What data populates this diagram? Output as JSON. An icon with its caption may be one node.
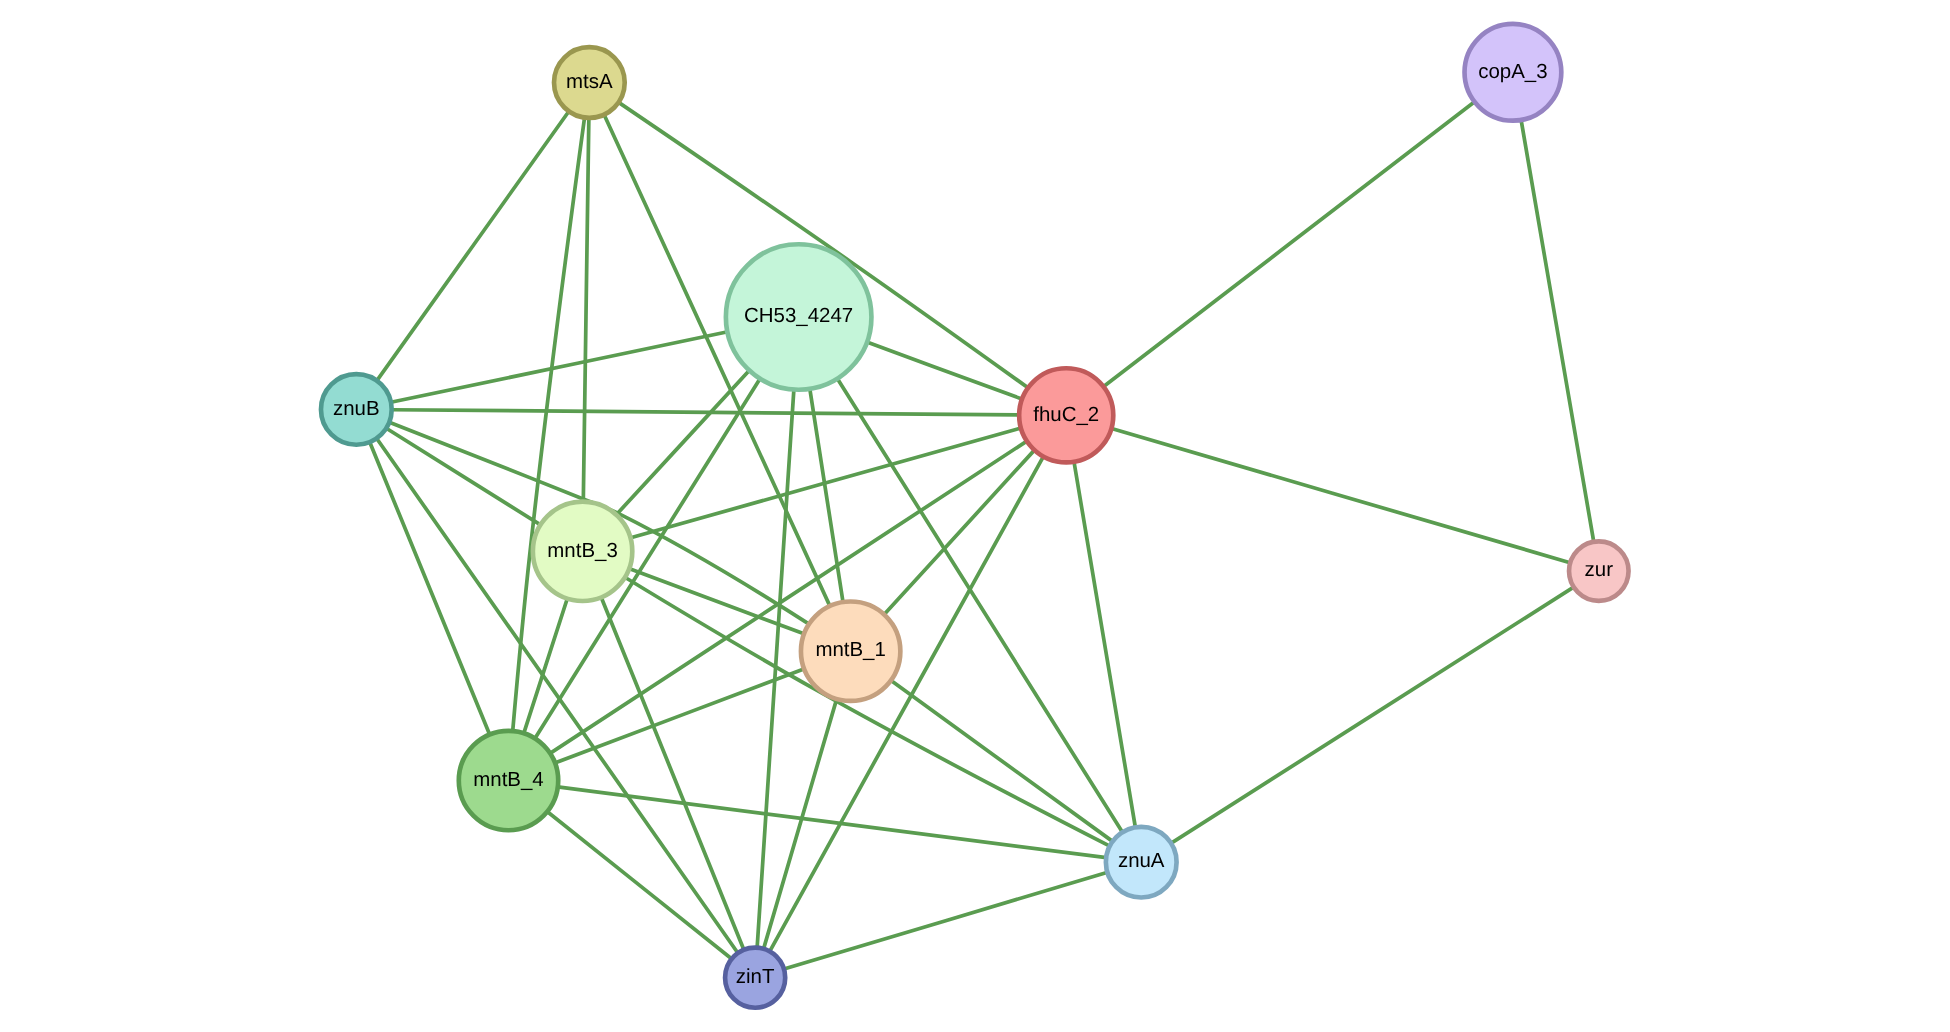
{
  "diagram": {
    "nodes": [
      {
        "text": [
          "CH53_4247"
        ]
      },
      {
        "text": [
          "mntB_1"
        ]
      },
      {
        "text": [
          "zinT"
        ]
      },
      {
        "text": [
          "mntB_3"
        ]
      },
      {
        "text": [
          "mtsA"
        ]
      },
      {
        "text": [
          "mntB_4"
        ]
      },
      {
        "text": [
          "znuA"
        ]
      },
      {
        "text": [
          "fhuC_2"
        ]
      },
      {
        "text": [
          "znuB"
        ]
      },
      {
        "text": [
          "zur"
        ]
      },
      {
        "text": [
          "copA_3"
        ]
      }
    ],
    "edges": [
      {
        "from": 0,
        "to": 1,
        "arrow": "none"
      },
      {
        "from": 0,
        "to": 2,
        "arrow": "none"
      },
      {
        "from": 0,
        "to": 3,
        "arrow": "none"
      },
      {
        "from": 0,
        "to": 5,
        "arrow": "none"
      },
      {
        "from": 0,
        "to": 6,
        "arrow": "none"
      },
      {
        "from": 0,
        "to": 7,
        "arrow": "none"
      },
      {
        "from": 0,
        "to": 8,
        "arrow": "none"
      },
      {
        "from": 1,
        "to": 2,
        "arrow": "none"
      },
      {
        "from": 1,
        "to": 3,
        "arrow": "none"
      },
      {
        "from": 1,
        "to": 4,
        "arrow": "none"
      },
      {
        "from": 1,
        "to": 5,
        "arrow": "none"
      },
      {
        "from": 1,
        "to": 6,
        "arrow": "none"
      },
      {
        "from": 1,
        "to": 7,
        "arrow": "none"
      },
      {
        "from": 1,
        "to": 8,
        "arrow": "none"
      },
      {
        "from": 2,
        "to": 3,
        "arrow": "none"
      },
      {
        "from": 2,
        "to": 5,
        "arrow": "none"
      },
      {
        "from": 2,
        "to": 6,
        "arrow": "none"
      },
      {
        "from": 2,
        "to": 7,
        "arrow": "none"
      },
      {
        "from": 2,
        "to": 8,
        "arrow": "none"
      },
      {
        "from": 3,
        "to": 4,
        "arrow": "none"
      },
      {
        "from": 3,
        "to": 5,
        "arrow": "none"
      },
      {
        "from": 3,
        "to": 6,
        "arrow": "none"
      },
      {
        "from": 3,
        "to": 7,
        "arrow": "none"
      },
      {
        "from": 3,
        "to": 8,
        "arrow": "none"
      },
      {
        "from": 4,
        "to": 5,
        "arrow": "none"
      },
      {
        "from": 4,
        "to": 7,
        "arrow": "none"
      },
      {
        "from": 4,
        "to": 8,
        "arrow": "none"
      },
      {
        "from": 5,
        "to": 6,
        "arrow": "none"
      },
      {
        "from": 5,
        "to": 7,
        "arrow": "none"
      },
      {
        "from": 5,
        "to": 8,
        "arrow": "none"
      },
      {
        "from": 6,
        "to": 7,
        "arrow": "none"
      },
      {
        "from": 6,
        "to": 9,
        "arrow": "none"
      },
      {
        "from": 7,
        "to": 8,
        "arrow": "none"
      },
      {
        "from": 7,
        "to": 9,
        "arrow": "none"
      },
      {
        "from": 7,
        "to": 10,
        "arrow": "none"
      },
      {
        "from": 9,
        "to": 10,
        "arrow": "none"
      }
    ]
  }
}
